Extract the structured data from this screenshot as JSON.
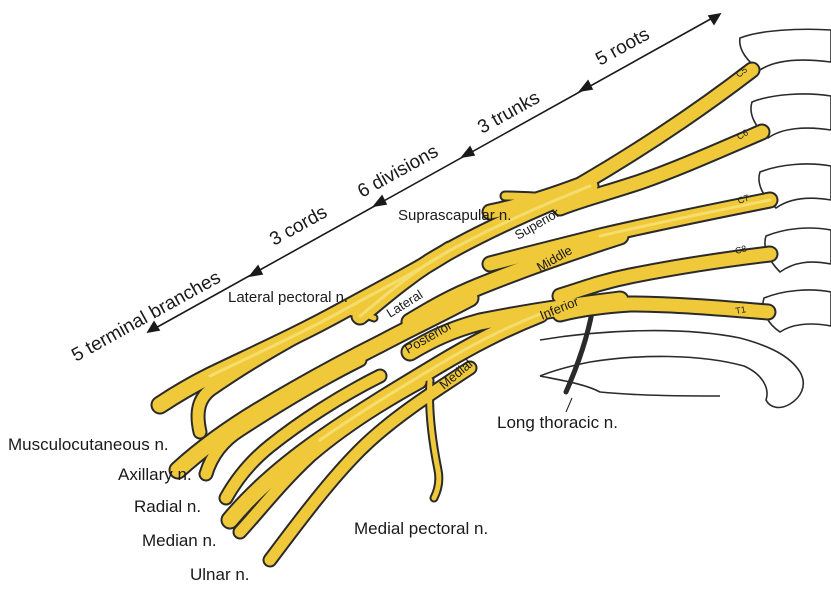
{
  "colors": {
    "nerve_fill": "#f0c93a",
    "nerve_shade": "#d9a91c",
    "nerve_highlight": "#f7e37a",
    "outline": "#2a2a2a",
    "bone_fill": "#ffffff"
  },
  "regions": {
    "roots": "5 roots",
    "trunks": "3 trunks",
    "divisions": "6 divisions",
    "cords": "3 cords",
    "branches": "5 terminal branches"
  },
  "roots": [
    "C5",
    "C6",
    "C7",
    "C8",
    "T1"
  ],
  "trunks": {
    "superior": "Superior",
    "middle": "Middle",
    "inferior": "Inferior"
  },
  "cords": {
    "lateral": "Lateral",
    "posterior": "Posterior",
    "medial": "Medial"
  },
  "nerves": {
    "suprascapular": "Suprascapular n.",
    "lateral_pectoral": "Lateral pectoral n.",
    "long_thoracic": "Long thoracic n.",
    "medial_pectoral": "Medial pectoral n.",
    "musculocutaneous": "Musculocutaneous n.",
    "axillary": "Axillary n.",
    "radial": "Radial n.",
    "median": "Median n.",
    "ulnar": "Ulnar n."
  }
}
